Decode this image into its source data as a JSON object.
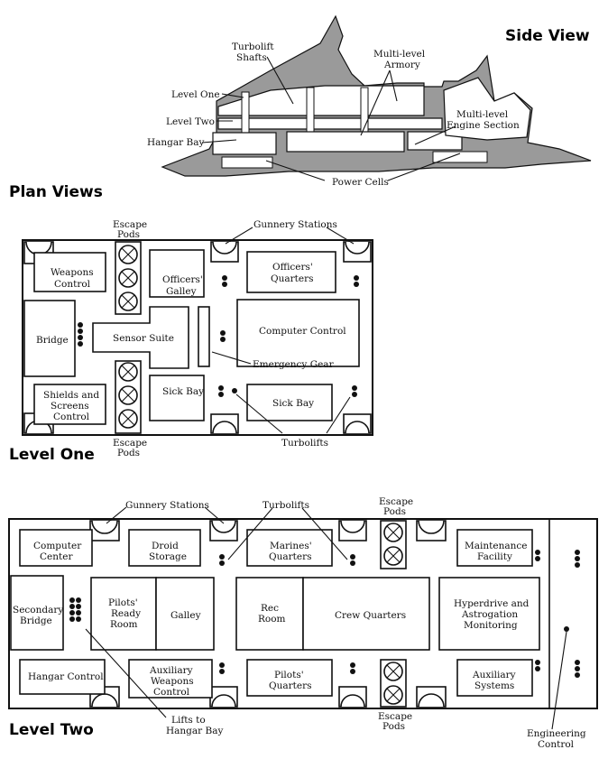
{
  "headings": {
    "side_view": "Side View",
    "plan_views": "Plan Views",
    "level_one": "Level One",
    "level_two": "Level Two"
  },
  "side_view_labels": {
    "turbolift_shafts_1": "Turbolift",
    "turbolift_shafts_2": "Shafts",
    "level_one": "Level One",
    "level_two": "Level Two",
    "hangar_bay": "Hangar Bay",
    "armory_1": "Multi-level",
    "armory_2": "Armory",
    "engine_1": "Multi-level",
    "engine_2": "Engine Section",
    "power_cells": "Power Cells"
  },
  "level_one": {
    "escape_pods_top_1": "Escape",
    "escape_pods_top_2": "Pods",
    "gunnery_stations": "Gunnery Stations",
    "weapons_control_1": "Weapons",
    "weapons_control_2": "Control",
    "officers_galley_1": "Officers'",
    "officers_galley_2": "Galley",
    "officers_quarters_1": "Officers'",
    "officers_quarters_2": "Quarters",
    "bridge": "Bridge",
    "sensor_suite": "Sensor Suite",
    "computer_control": "Computer Control",
    "emergency_gear": "Emergency Gear",
    "shields_1": "Shields and",
    "shields_2": "Screens",
    "shields_3": "Control",
    "sick_bay_left": "Sick Bay",
    "sick_bay_right": "Sick Bay",
    "escape_pods_bottom_1": "Escape",
    "escape_pods_bottom_2": "Pods",
    "turbolifts": "Turbolifts"
  },
  "level_two": {
    "gunnery_stations": "Gunnery Stations",
    "turbolifts": "Turbolifts",
    "escape_pods_top_1": "Escape",
    "escape_pods_top_2": "Pods",
    "computer_center_1": "Computer",
    "computer_center_2": "Center",
    "droid_storage_1": "Droid",
    "droid_storage_2": "Storage",
    "marines_quarters_1": "Marines'",
    "marines_quarters_2": "Quarters",
    "maintenance_1": "Maintenance",
    "maintenance_2": "Facility",
    "secondary_bridge_1": "Secondary",
    "secondary_bridge_2": "Bridge",
    "pilots_ready_1": "Pilots'",
    "pilots_ready_2": "Ready",
    "pilots_ready_3": "Room",
    "galley": "Galley",
    "rec_room_1": "Rec",
    "rec_room_2": "Room",
    "crew_quarters": "Crew Quarters",
    "hyperdrive_1": "Hyperdrive and",
    "hyperdrive_2": "Astrogation",
    "hyperdrive_3": "Monitoring",
    "hangar_control": "Hangar Control",
    "aux_weapons_1": "Auxiliary",
    "aux_weapons_2": "Weapons",
    "aux_weapons_3": "Control",
    "pilots_quarters_1": "Pilots'",
    "pilots_quarters_2": "Quarters",
    "aux_systems_1": "Auxiliary",
    "aux_systems_2": "Systems",
    "escape_pods_bottom_1": "Escape",
    "escape_pods_bottom_2": "Pods",
    "lifts_1": "Lifts to",
    "lifts_2": "Hangar Bay",
    "engineering_1": "Engineering",
    "engineering_2": "Control"
  }
}
